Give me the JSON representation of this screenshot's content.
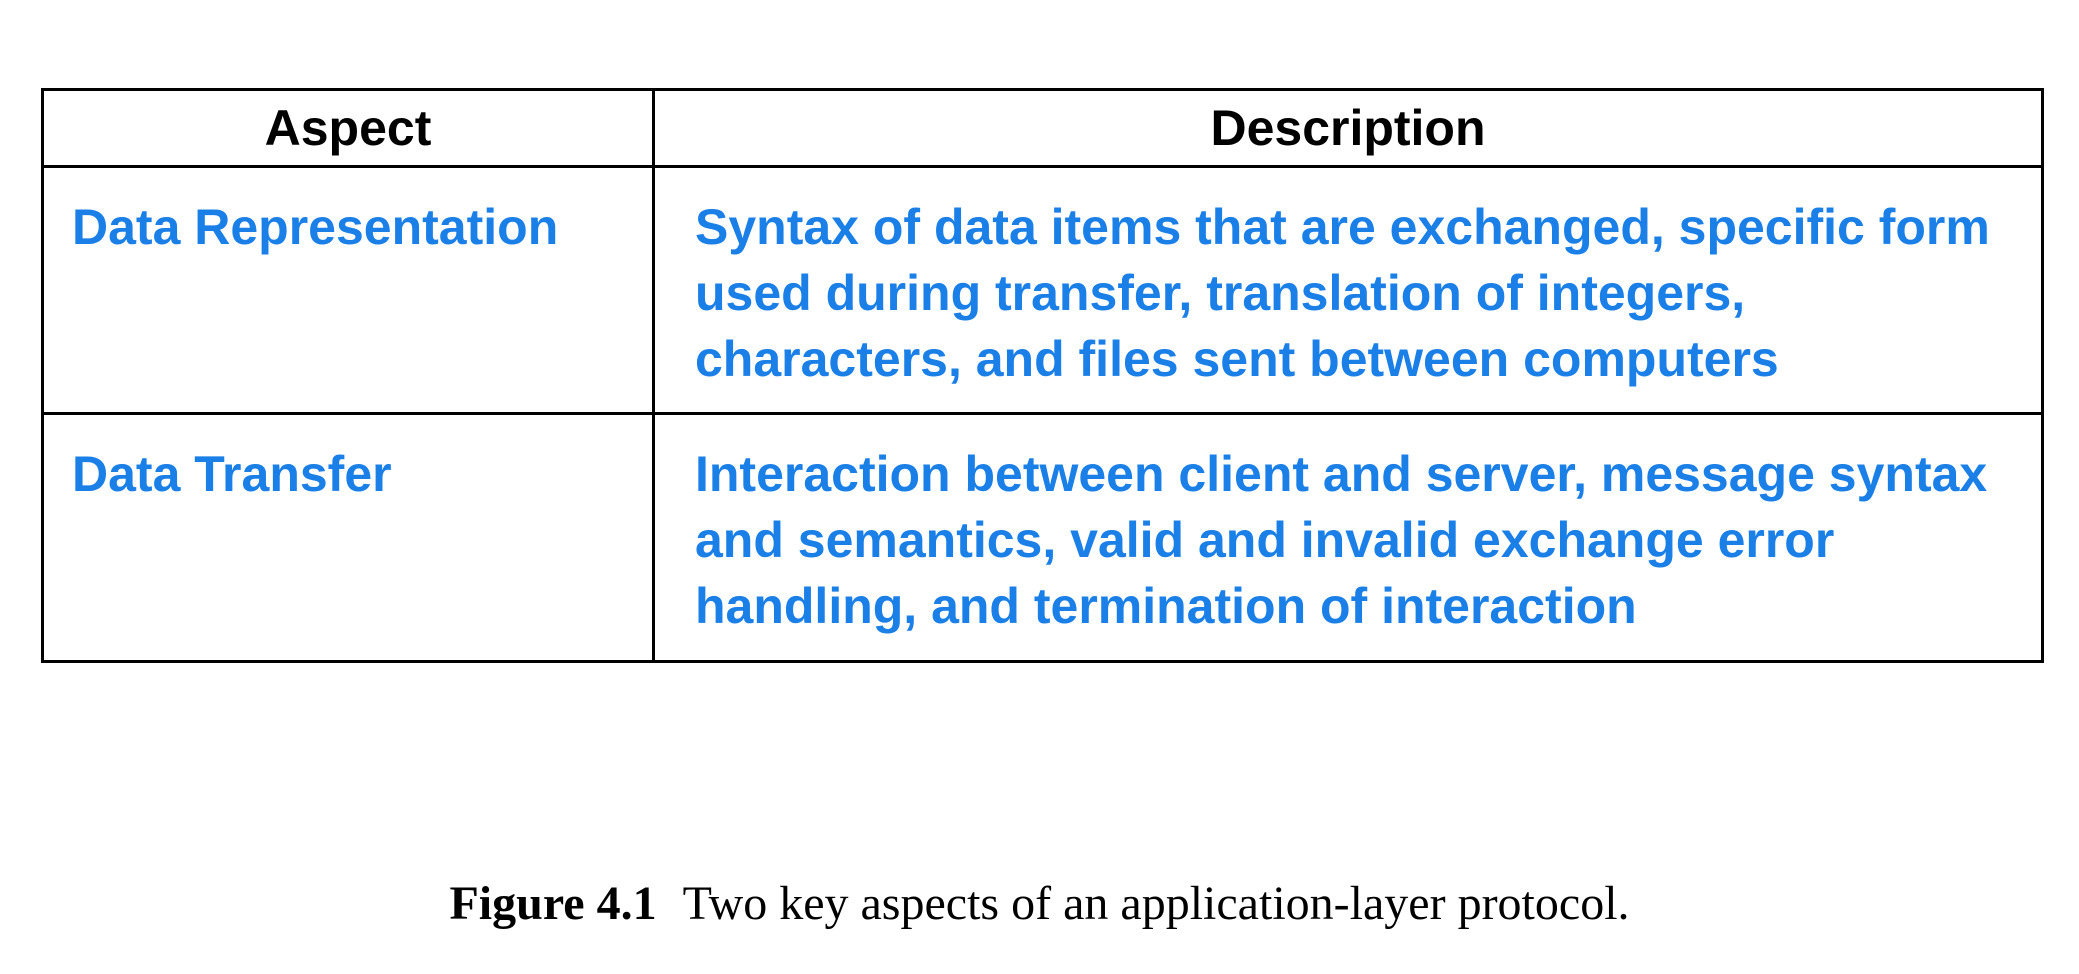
{
  "table": {
    "headers": {
      "aspect": "Aspect",
      "description": "Description"
    },
    "rows": [
      {
        "aspect": "Data Representation",
        "description": "Syntax of data items that are exchanged, specific form used during transfer, translation of integers, characters, and files sent between computers"
      },
      {
        "aspect": "Data Transfer",
        "description": "Interaction between client and server, message syntax and semantics, valid and invalid exchange error handling, and termination of interaction"
      }
    ]
  },
  "caption": {
    "label": "Figure 4.1",
    "text": "Two key aspects of an application-layer protocol."
  },
  "colors": {
    "cell_text": "#1a7fe6",
    "header_text": "#000000",
    "border": "#000000"
  }
}
